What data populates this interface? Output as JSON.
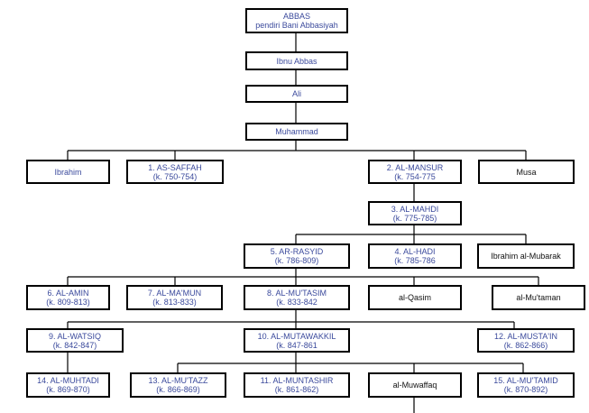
{
  "colors": {
    "ruler": "#3b4a9c",
    "other": "#111111",
    "border": "#000000"
  },
  "nodes": {
    "abbas": {
      "label": "ABBAS",
      "sub": "pendiri Bani Abbasiyah"
    },
    "ibnu_abbas": {
      "label": "Ibnu Abbas"
    },
    "ali": {
      "label": "Ali"
    },
    "muhammad": {
      "label": "Muhammad"
    },
    "ibrahim": {
      "label": "Ibrahim"
    },
    "as_saffah": {
      "label": "1. AS-SAFFAH",
      "sub": "(k. 750-754)"
    },
    "al_mansur": {
      "label": "2. AL-MANSUR",
      "sub": "(k. 754-775"
    },
    "musa": {
      "label": "Musa"
    },
    "al_mahdi": {
      "label": "3. AL-MAHDI",
      "sub": "(k. 775-785)"
    },
    "ar_rasyid": {
      "label": "5. AR-RASYID",
      "sub": "(k. 786-809)"
    },
    "al_hadi": {
      "label": "4. AL-HADI",
      "sub": "(k. 785-786"
    },
    "ibrahim_mubarak": {
      "label": "Ibrahim al-Mubarak"
    },
    "al_amin": {
      "label": "6. AL-AMIN",
      "sub": "(k. 809-813)"
    },
    "al_mamun": {
      "label": "7. AL-MA'MUN",
      "sub": "(k. 813-833)"
    },
    "al_mutasim": {
      "label": "8. AL-MU'TASIM",
      "sub": "(k. 833-842"
    },
    "al_qasim": {
      "label": "al-Qasim"
    },
    "al_mutaman": {
      "label": "al-Mu'taman"
    },
    "al_watsiq": {
      "label": "9. AL-WATSIQ",
      "sub": "(k. 842-847)"
    },
    "al_mutawakkil": {
      "label": "10. AL-MUTAWAKKIL",
      "sub": "(k. 847-861"
    },
    "al_mustain": {
      "label": "12. AL-MUSTA'IN",
      "sub": "(k. 862-866)"
    },
    "al_muhtadi": {
      "label": "14. AL-MUHTADI",
      "sub": "(k. 869-870)"
    },
    "al_mutazz": {
      "label": "13. AL-MU'TAZZ",
      "sub": "(k. 866-869)"
    },
    "al_muntashir": {
      "label": "11. AL-MUNTASHIR",
      "sub": "(k. 861-862)"
    },
    "al_muwaffaq": {
      "label": "al-Muwaffaq"
    },
    "al_mutamid": {
      "label": "15. AL-MU'TAMID",
      "sub": "(k. 870-892)"
    }
  }
}
